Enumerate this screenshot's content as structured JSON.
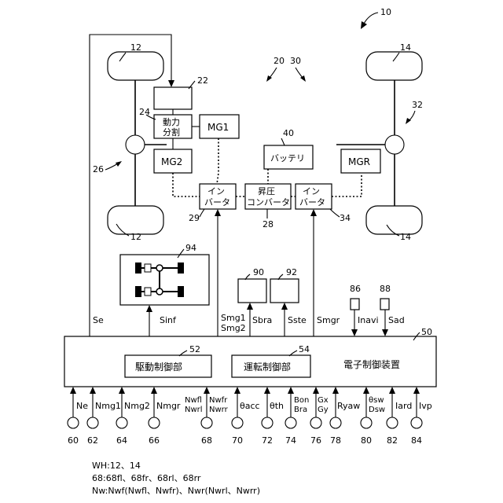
{
  "refs": {
    "vehicle": "10",
    "wheel_front": "12",
    "wheel_front_bottom": "12",
    "wheel_rear": "14",
    "wheel_rear_bottom": "14",
    "engine": "22",
    "power_split": "24",
    "front_system": "26",
    "inverter_front": "29",
    "boost_converter": "28",
    "inverter_rear": "34",
    "rear_system": "32",
    "battery": "40",
    "hybrid_system": "20",
    "drive_system": "30",
    "display": "94",
    "box_90": "90",
    "box_92": "92",
    "sensor_86": "86",
    "sensor_88": "88",
    "ecu": "50",
    "drive_ctrl": "52",
    "driving_ctrl": "54",
    "sensor_60": "60",
    "sensor_62": "62",
    "sensor_64": "64",
    "sensor_66": "66",
    "sensor_68": "68",
    "sensor_70": "70",
    "sensor_72": "72",
    "sensor_74": "74",
    "sensor_76": "76",
    "sensor_78": "78",
    "sensor_80": "80",
    "sensor_82": "82",
    "sensor_84": "84"
  },
  "blocks": {
    "power_split_l1": "動力",
    "power_split_l2": "分割",
    "mg1": "MG1",
    "mg2": "MG2",
    "mgr": "MGR",
    "battery": "バッテリ",
    "inverter_l1": "イン",
    "inverter_l2": "バータ",
    "inverter_r_l1": "イン",
    "inverter_r_l2": "バータ",
    "boost_l1": "昇圧",
    "boost_l2": "コンバータ",
    "ecu": "電子制御装置",
    "drive_ctrl": "駆動制御部",
    "driving_ctrl": "運転制御部"
  },
  "signals": {
    "se": "Se",
    "sinf": "Sinf",
    "smg1": "Smg1",
    "smg2": "Smg2",
    "sbra": "Sbra",
    "sste": "Sste",
    "smgr": "Smgr",
    "inavi": "Inavi",
    "sad": "Sad"
  },
  "inputs": {
    "ne": "Ne",
    "nmg1": "Nmg1",
    "nmg2": "Nmg2",
    "nmgr": "Nmgr",
    "nwfl": "Nwfl",
    "nwrl": "Nwrl",
    "nwfr": "Nwfr",
    "nwrr": "Nwrr",
    "theta_acc": "θacc",
    "theta_th": "θth",
    "bon": "Bon",
    "bra": "Bra",
    "gx": "Gx",
    "gy": "Gy",
    "ryaw": "Ryaw",
    "theta_sw": "θsw",
    "dsw": "Dsw",
    "iard": "Iard",
    "ivp": "Ivp"
  },
  "legend": {
    "line1": "WH:12、14",
    "line2": "68:68fl、68fr、68rl、68rr",
    "line3": "Nw:Nwf(Nwfl、Nwfr)、Nwr(Nwrl、Nwrr)"
  }
}
